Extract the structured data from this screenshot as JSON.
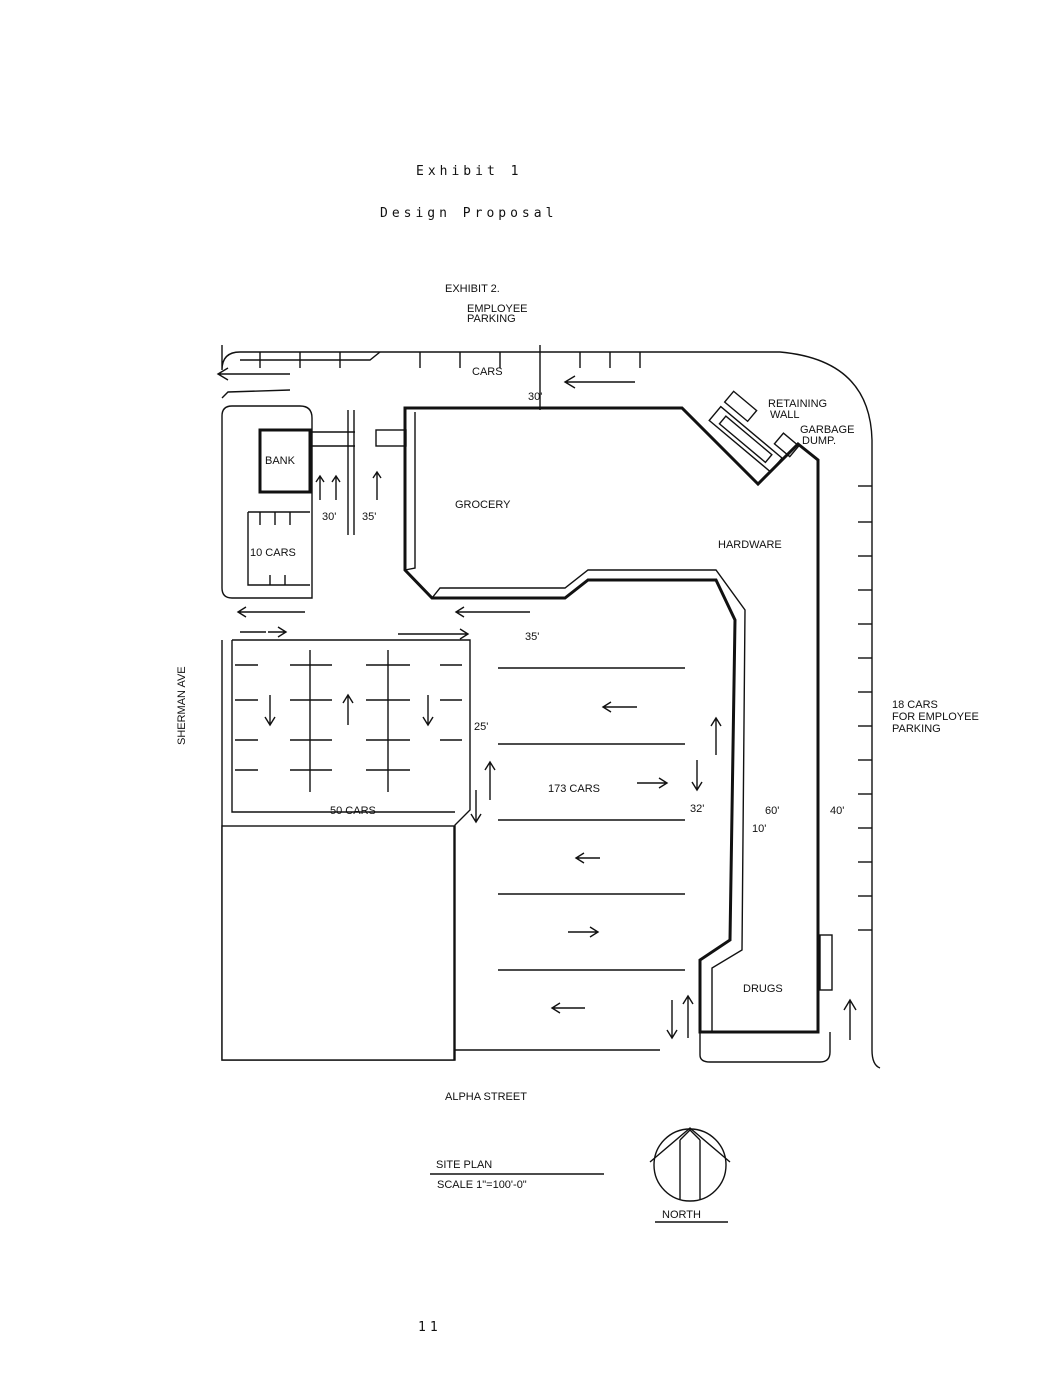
{
  "header": {
    "exhibit1": "Exhibit 1",
    "subtitle": "Design Proposal"
  },
  "plan": {
    "exhibit2": "EXHIBIT 2.",
    "employee_parking_top": [
      "EMPLOYEE",
      "PARKING"
    ],
    "cars_top": "CARS",
    "dim_top": "30'",
    "bank": "BANK",
    "bank_cars": "10 CARS",
    "dim_30": "30'",
    "dim_35a": "35'",
    "grocery": "GROCERY",
    "retaining_wall": [
      "RETAINING",
      "WALL"
    ],
    "garbage_dump": [
      "GARBAGE",
      "DUMP."
    ],
    "hardware": "HARDWARE",
    "dim_35b": "35'",
    "dim_25": "25'",
    "cars_173": "173 CARS",
    "dim_32": "32'",
    "dim_60": "60'",
    "dim_10": "10'",
    "dim_40": "40'",
    "cars_50": "50 CARS",
    "employee_note": [
      "18 CARS",
      "FOR EMPLOYEE",
      "PARKING"
    ],
    "sherman_ave": "SHERMAN AVE",
    "alpha_street": "ALPHA STREET",
    "drugs": "DRUGS",
    "site_plan": "SITE PLAN",
    "scale": "SCALE 1\"=100'-0\"",
    "north": "NORTH"
  },
  "footer": {
    "page_number": "11"
  }
}
